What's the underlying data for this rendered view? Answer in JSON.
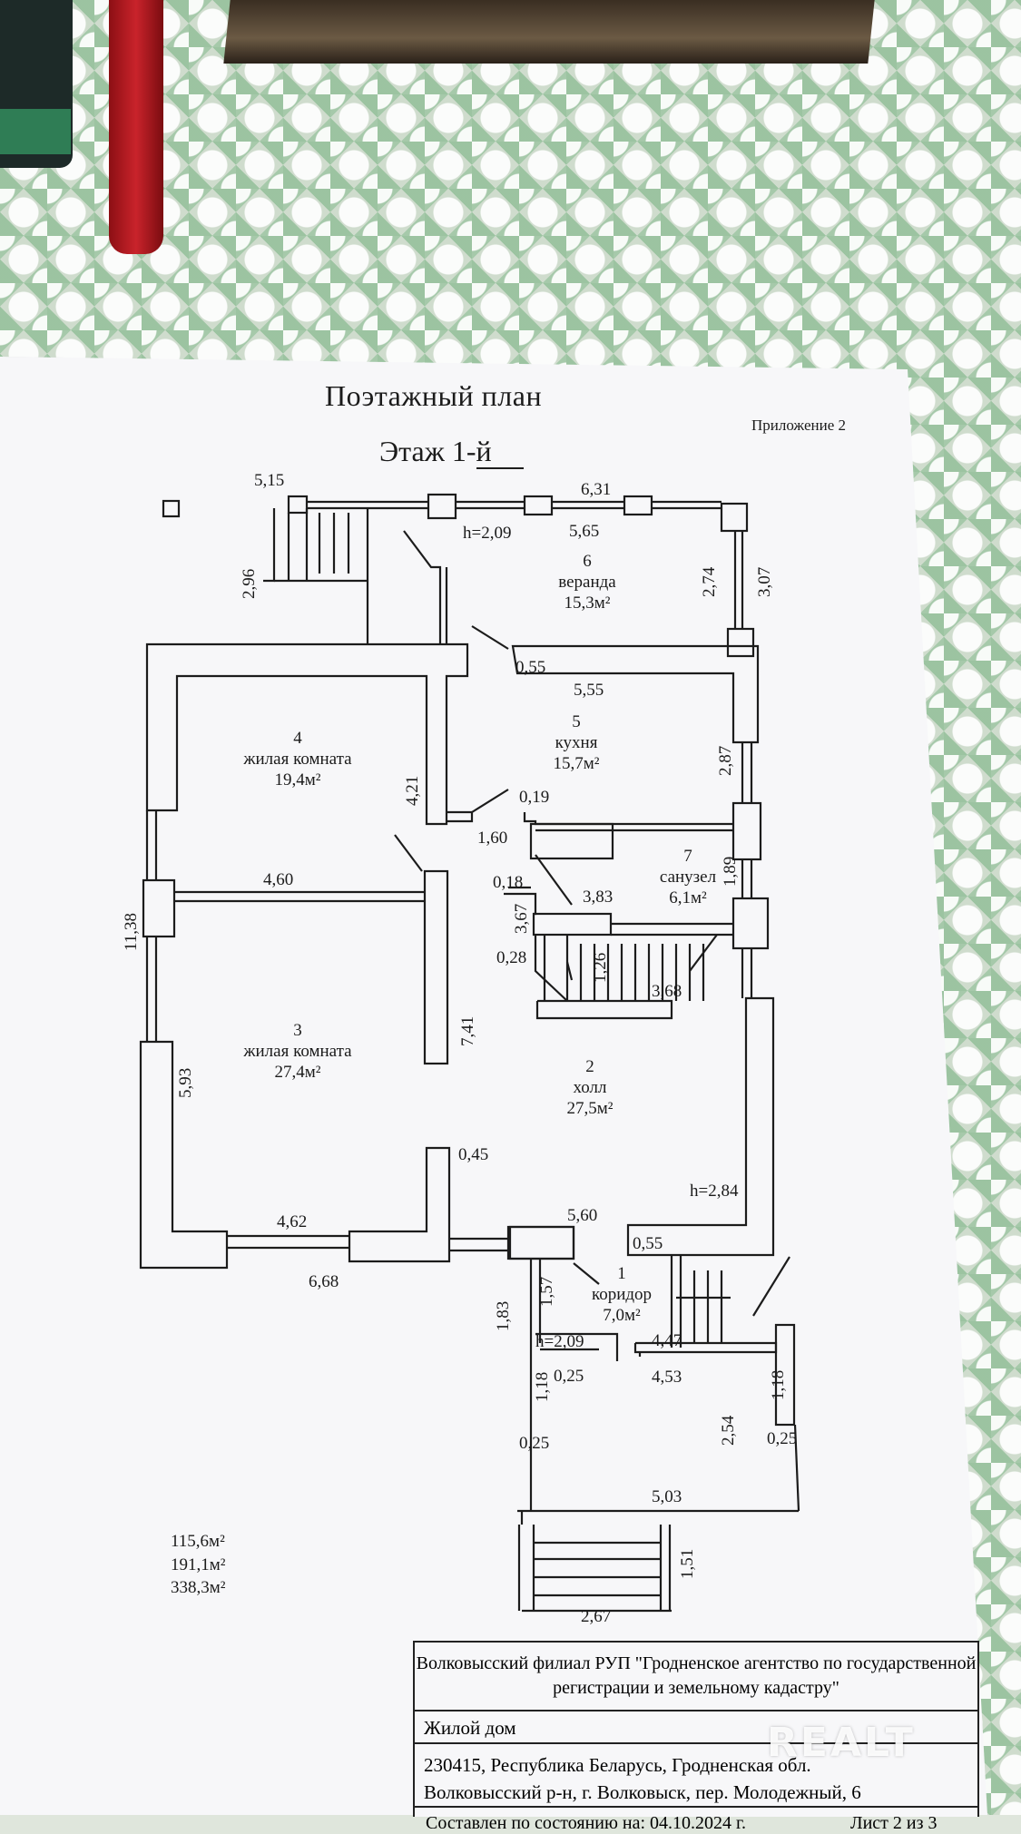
{
  "document": {
    "title": "Поэтажный план",
    "floor": "Этаж 1-й",
    "appendix": "Приложение 2"
  },
  "dimensions": {
    "d515": "5,15",
    "d631": "6,31",
    "h209a": "h=2,09",
    "d565": "5,65",
    "d296": "2,96",
    "d274": "2,74",
    "d307": "3,07",
    "d055a": "0,55",
    "d555": "5,55",
    "d287": "2,87",
    "d421": "4,21",
    "d019": "0,19",
    "d160": "1,60",
    "d460": "4,60",
    "d018": "0,18",
    "d383": "3,83",
    "d189": "1,89",
    "d1138": "11,38",
    "d367": "3,67",
    "d028": "0,28",
    "d126": "1,26",
    "d368": "3,68",
    "d593": "5,93",
    "d741": "7,41",
    "d045": "0,45",
    "h284": "h=2,84",
    "d462": "4,62",
    "d560": "5,60",
    "d055b": "0,55",
    "d668": "6,68",
    "d183": "1,83",
    "d157": "1,57",
    "h209b": "h=2,09",
    "d447": "4,47",
    "d453": "4,53",
    "d025a": "0,25",
    "d118a": "1,18",
    "d118b": "1,18",
    "d025b": "0,25",
    "d254": "2,54",
    "d025c": "0,25",
    "d503": "5,03",
    "d151": "1,51",
    "d267": "2,67"
  },
  "rooms": {
    "r1": {
      "num": "1",
      "name": "коридор",
      "area": "7,0м²"
    },
    "r2": {
      "num": "2",
      "name": "холл",
      "area": "27,5м²"
    },
    "r3": {
      "num": "3",
      "name": "жилая комната",
      "area": "27,4м²"
    },
    "r4": {
      "num": "4",
      "name": "жилая комната",
      "area": "19,4м²"
    },
    "r5": {
      "num": "5",
      "name": "кухня",
      "area": "15,7м²"
    },
    "r6": {
      "num": "6",
      "name": "веранда",
      "area": "15,3м²"
    },
    "r7": {
      "num": "7",
      "name": "санузел",
      "area": "6,1м²"
    }
  },
  "areas": [
    "115,6м²",
    "191,1м²",
    "338,3м²"
  ],
  "stamp": {
    "organization": "Волковысский филиал РУП \"Гродненское агентство по государственной регистрации и земельному кадастру\"",
    "object": "Жилой дом",
    "address_line1": "230415, Республика Беларусь, Гродненская обл.",
    "address_line2": "Волковысский р-н, г. Волковыск, пер. Молодежный, 6",
    "state_date": "Составлен по состоянию на: 04.10.2024 г.",
    "sheet": "Лист 2 из 3"
  },
  "watermark": "REALT"
}
